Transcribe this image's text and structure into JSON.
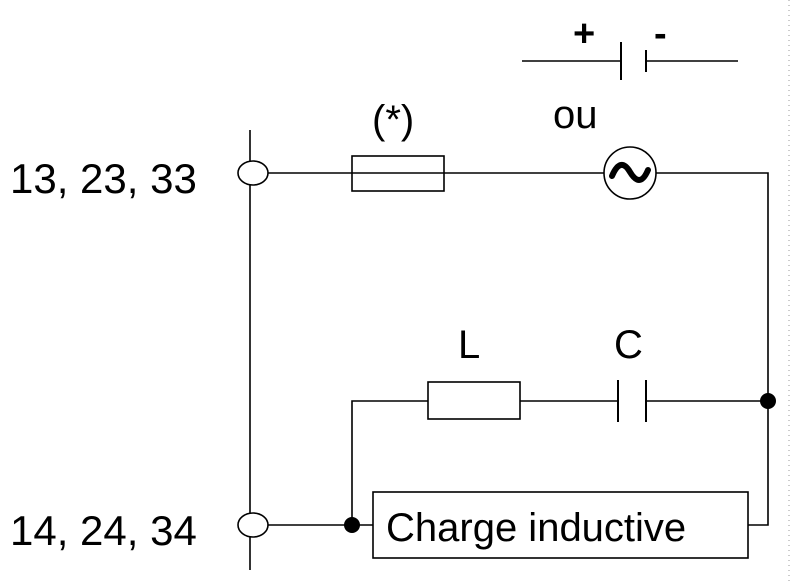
{
  "terminals": {
    "top": "13, 23, 33",
    "bottom": "14, 24, 34"
  },
  "components": {
    "fuse_label": "(*)",
    "dc_plus": "+",
    "dc_minus": "-",
    "or_label": "ou",
    "ac_symbol": "~",
    "inductor_label": "L",
    "capacitor_label": "C",
    "load_label": "Charge inductive"
  }
}
